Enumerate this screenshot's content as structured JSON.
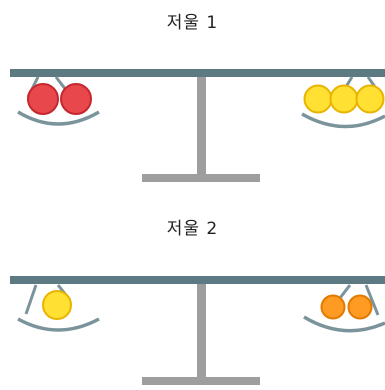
{
  "scales": [
    {
      "title": "저울 1",
      "left_pan": {
        "ball_count": 2,
        "ball_color": "#e8474b",
        "ball_stroke": "#c4282e"
      },
      "right_pan": {
        "ball_count": 3,
        "ball_color": "#ffe033",
        "ball_stroke": "#e8b400"
      }
    },
    {
      "title": "저울 2",
      "left_pan": {
        "ball_count": 1,
        "ball_color": "#ffe033",
        "ball_stroke": "#e8b400"
      },
      "right_pan": {
        "ball_count": 2,
        "ball_color": "#ff9b22",
        "ball_stroke": "#e07a00"
      }
    }
  ],
  "colors": {
    "beam": "#5d7a82",
    "stand": "#9e9e9e",
    "pan": "#7b949c"
  }
}
